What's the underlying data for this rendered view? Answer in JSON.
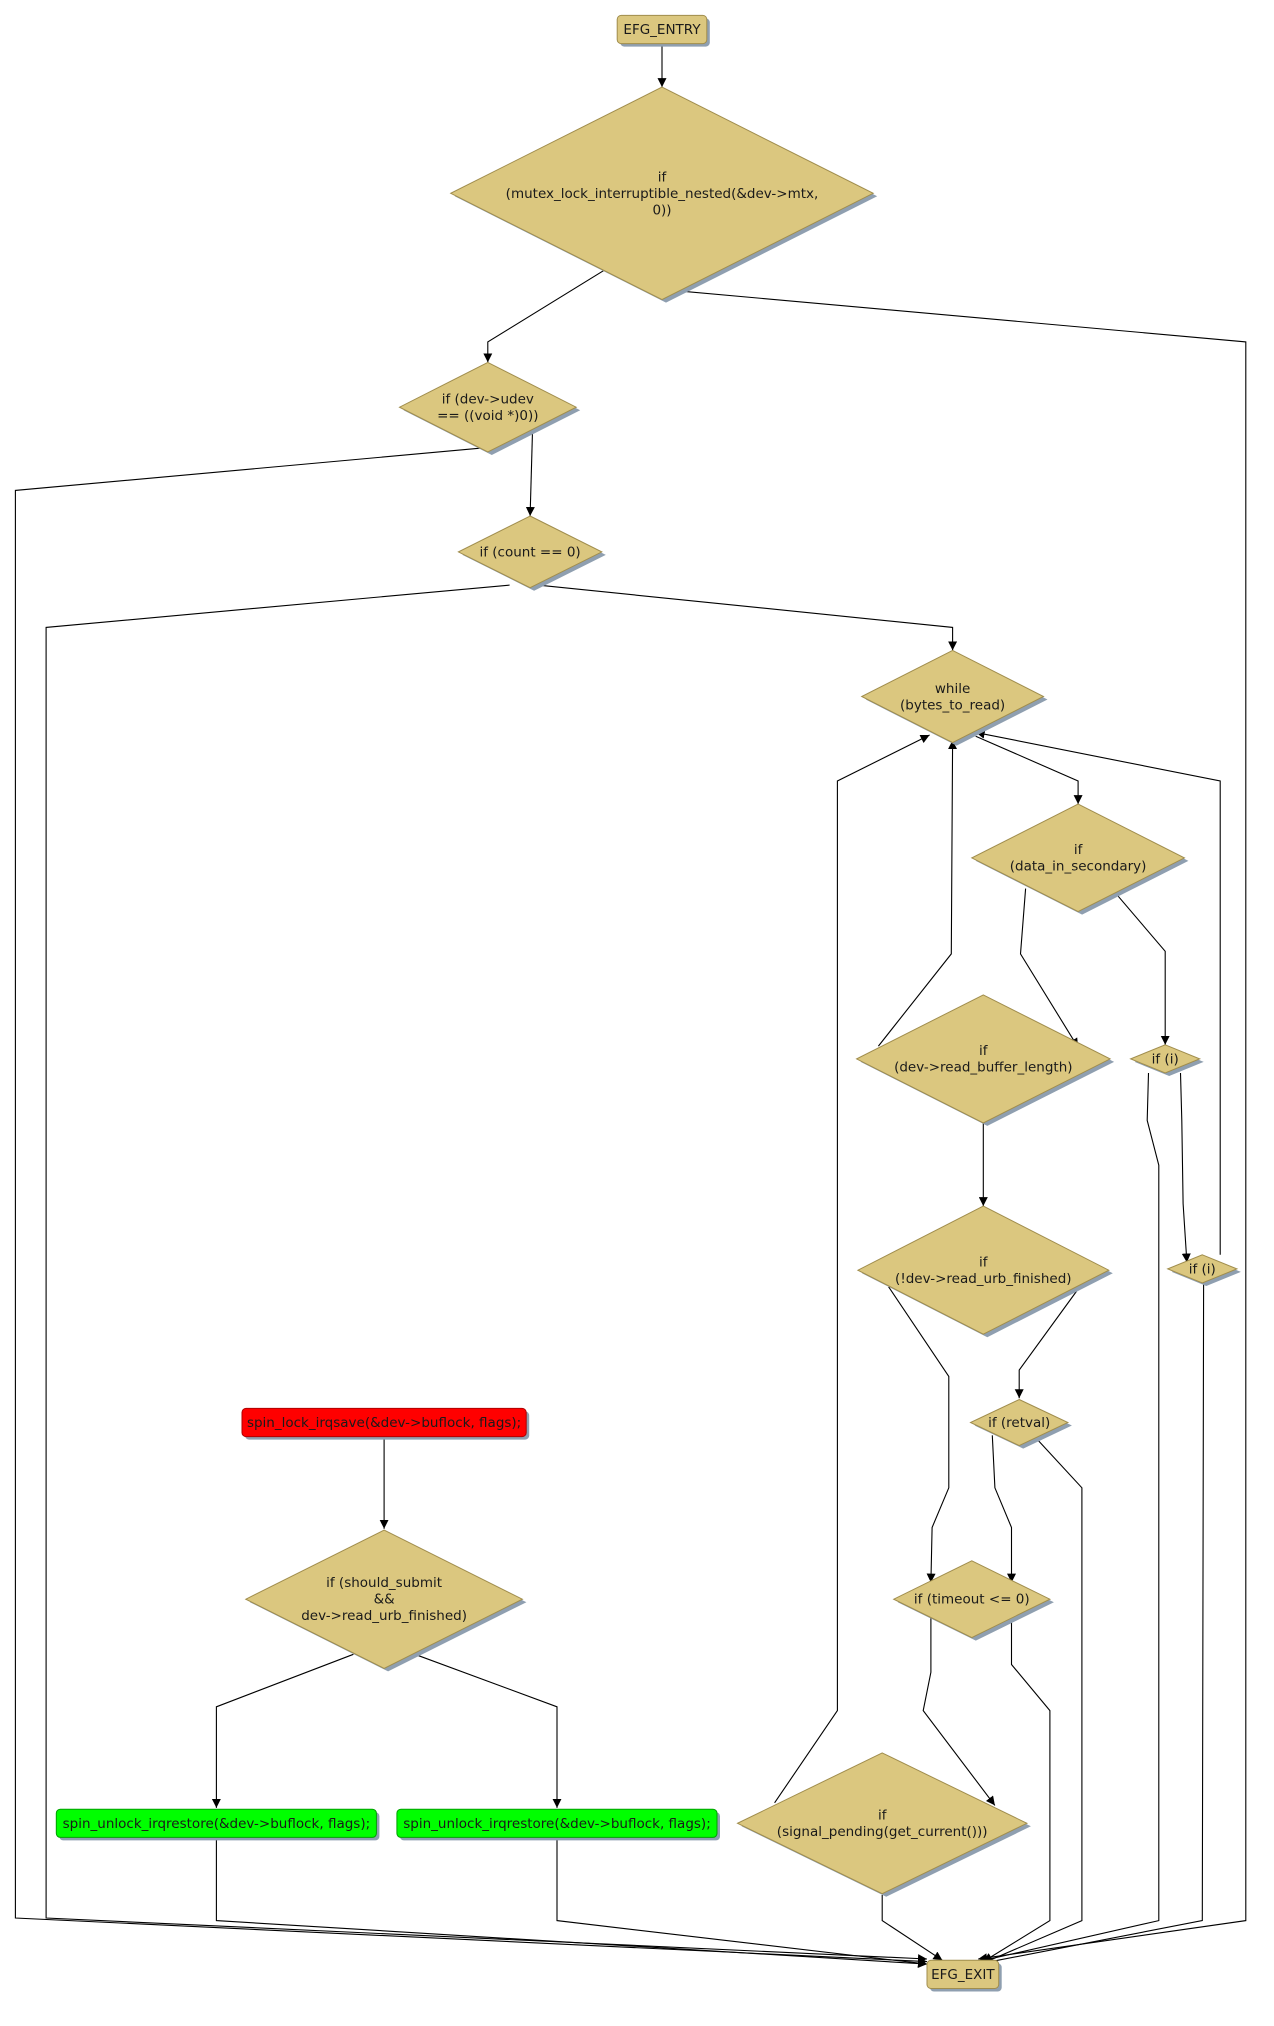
{
  "colors": {
    "node_fill": "#dbc77f",
    "node_stroke": "#a08d4d",
    "shadow": "#8f9fb0",
    "red_node": "#ff0000",
    "green_node": "#00ff00",
    "edge": "#000000"
  },
  "nodes": [
    {
      "id": "entry",
      "shape": "rect",
      "lines": [
        "EFG_ENTRY"
      ]
    },
    {
      "id": "mutex",
      "shape": "diamond",
      "lines": [
        "if",
        "(mutex_lock_interruptible_nested(&dev->mtx,",
        "0))"
      ]
    },
    {
      "id": "udev",
      "shape": "diamond",
      "lines": [
        "if (dev->udev",
        "== ((void *)0))"
      ]
    },
    {
      "id": "count",
      "shape": "diamond",
      "lines": [
        "if (count == 0)"
      ]
    },
    {
      "id": "while",
      "shape": "diamond",
      "lines": [
        "while",
        "(bytes_to_read)"
      ]
    },
    {
      "id": "data2",
      "shape": "diamond",
      "lines": [
        "if",
        "(data_in_secondary)"
      ]
    },
    {
      "id": "rbl",
      "shape": "diamond",
      "lines": [
        "if",
        "(dev->read_buffer_length)"
      ]
    },
    {
      "id": "i1",
      "shape": "diamond",
      "lines": [
        "if (i)"
      ]
    },
    {
      "id": "urbfin",
      "shape": "diamond",
      "lines": [
        "if",
        "(!dev->read_urb_finished)"
      ]
    },
    {
      "id": "i2",
      "shape": "diamond",
      "lines": [
        "if (i)"
      ]
    },
    {
      "id": "lock",
      "shape": "rect",
      "color": "red",
      "lines": [
        "spin_lock_irqsave(&dev->buflock, flags);"
      ]
    },
    {
      "id": "retval",
      "shape": "diamond",
      "lines": [
        "if (retval)"
      ]
    },
    {
      "id": "submit",
      "shape": "diamond",
      "lines": [
        "if (should_submit",
        "&&",
        "dev->read_urb_finished)"
      ]
    },
    {
      "id": "timeout",
      "shape": "diamond",
      "lines": [
        "if (timeout <= 0)"
      ]
    },
    {
      "id": "unlock1",
      "shape": "rect",
      "color": "green",
      "lines": [
        "spin_unlock_irqrestore(&dev->buflock, flags);"
      ]
    },
    {
      "id": "unlock2",
      "shape": "rect",
      "color": "green",
      "lines": [
        "spin_unlock_irqrestore(&dev->buflock, flags);"
      ]
    },
    {
      "id": "signal",
      "shape": "diamond",
      "lines": [
        "if",
        "(signal_pending(get_current()))"
      ]
    },
    {
      "id": "exit",
      "shape": "rect",
      "lines": [
        "EFG_EXIT"
      ]
    }
  ]
}
